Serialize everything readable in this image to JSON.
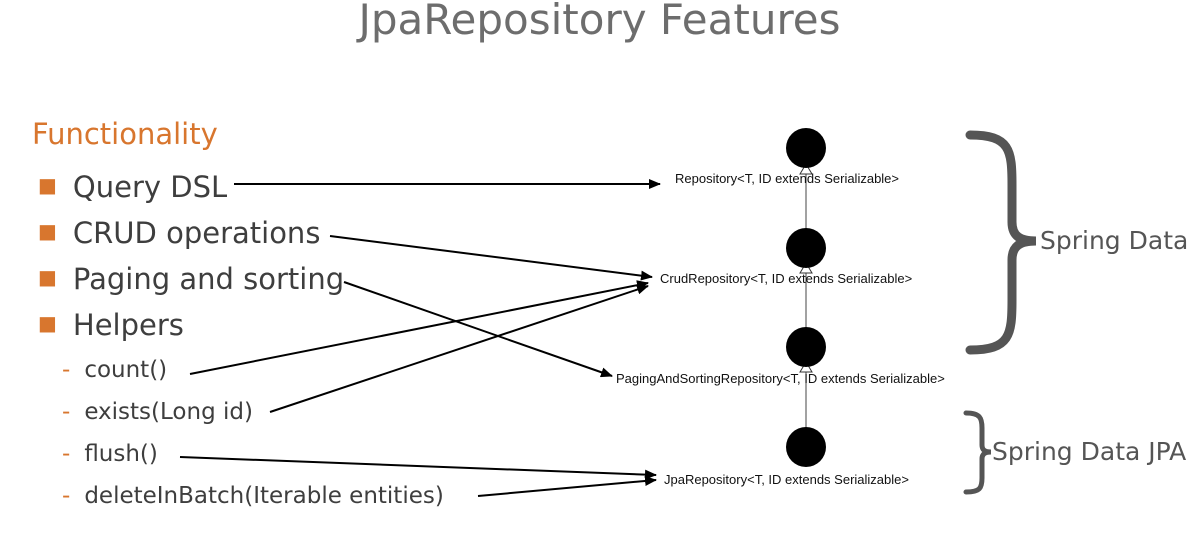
{
  "title": "JpaRepository Features",
  "section": "Functionality",
  "bullets": [
    "Query DSL",
    "CRUD operations",
    "Paging and sorting",
    "Helpers"
  ],
  "sub_items": [
    "count()",
    "exists(Long id)",
    "flush()",
    "deleteInBatch(Iterable entities)"
  ],
  "interfaces": [
    "Repository<T, ID extends Serializable>",
    "CrudRepository<T, ID extends Serializable>",
    "PagingAndSortingRepository<T, ID extends Serializable>",
    "JpaRepository<T, ID extends Serializable>"
  ],
  "groups": {
    "spring_data": "Spring Data",
    "spring_data_jpa": "Spring Data JPA"
  },
  "colors": {
    "accent": "#d8762e",
    "text": "#3e3e3e",
    "title": "#6d6d6d"
  }
}
